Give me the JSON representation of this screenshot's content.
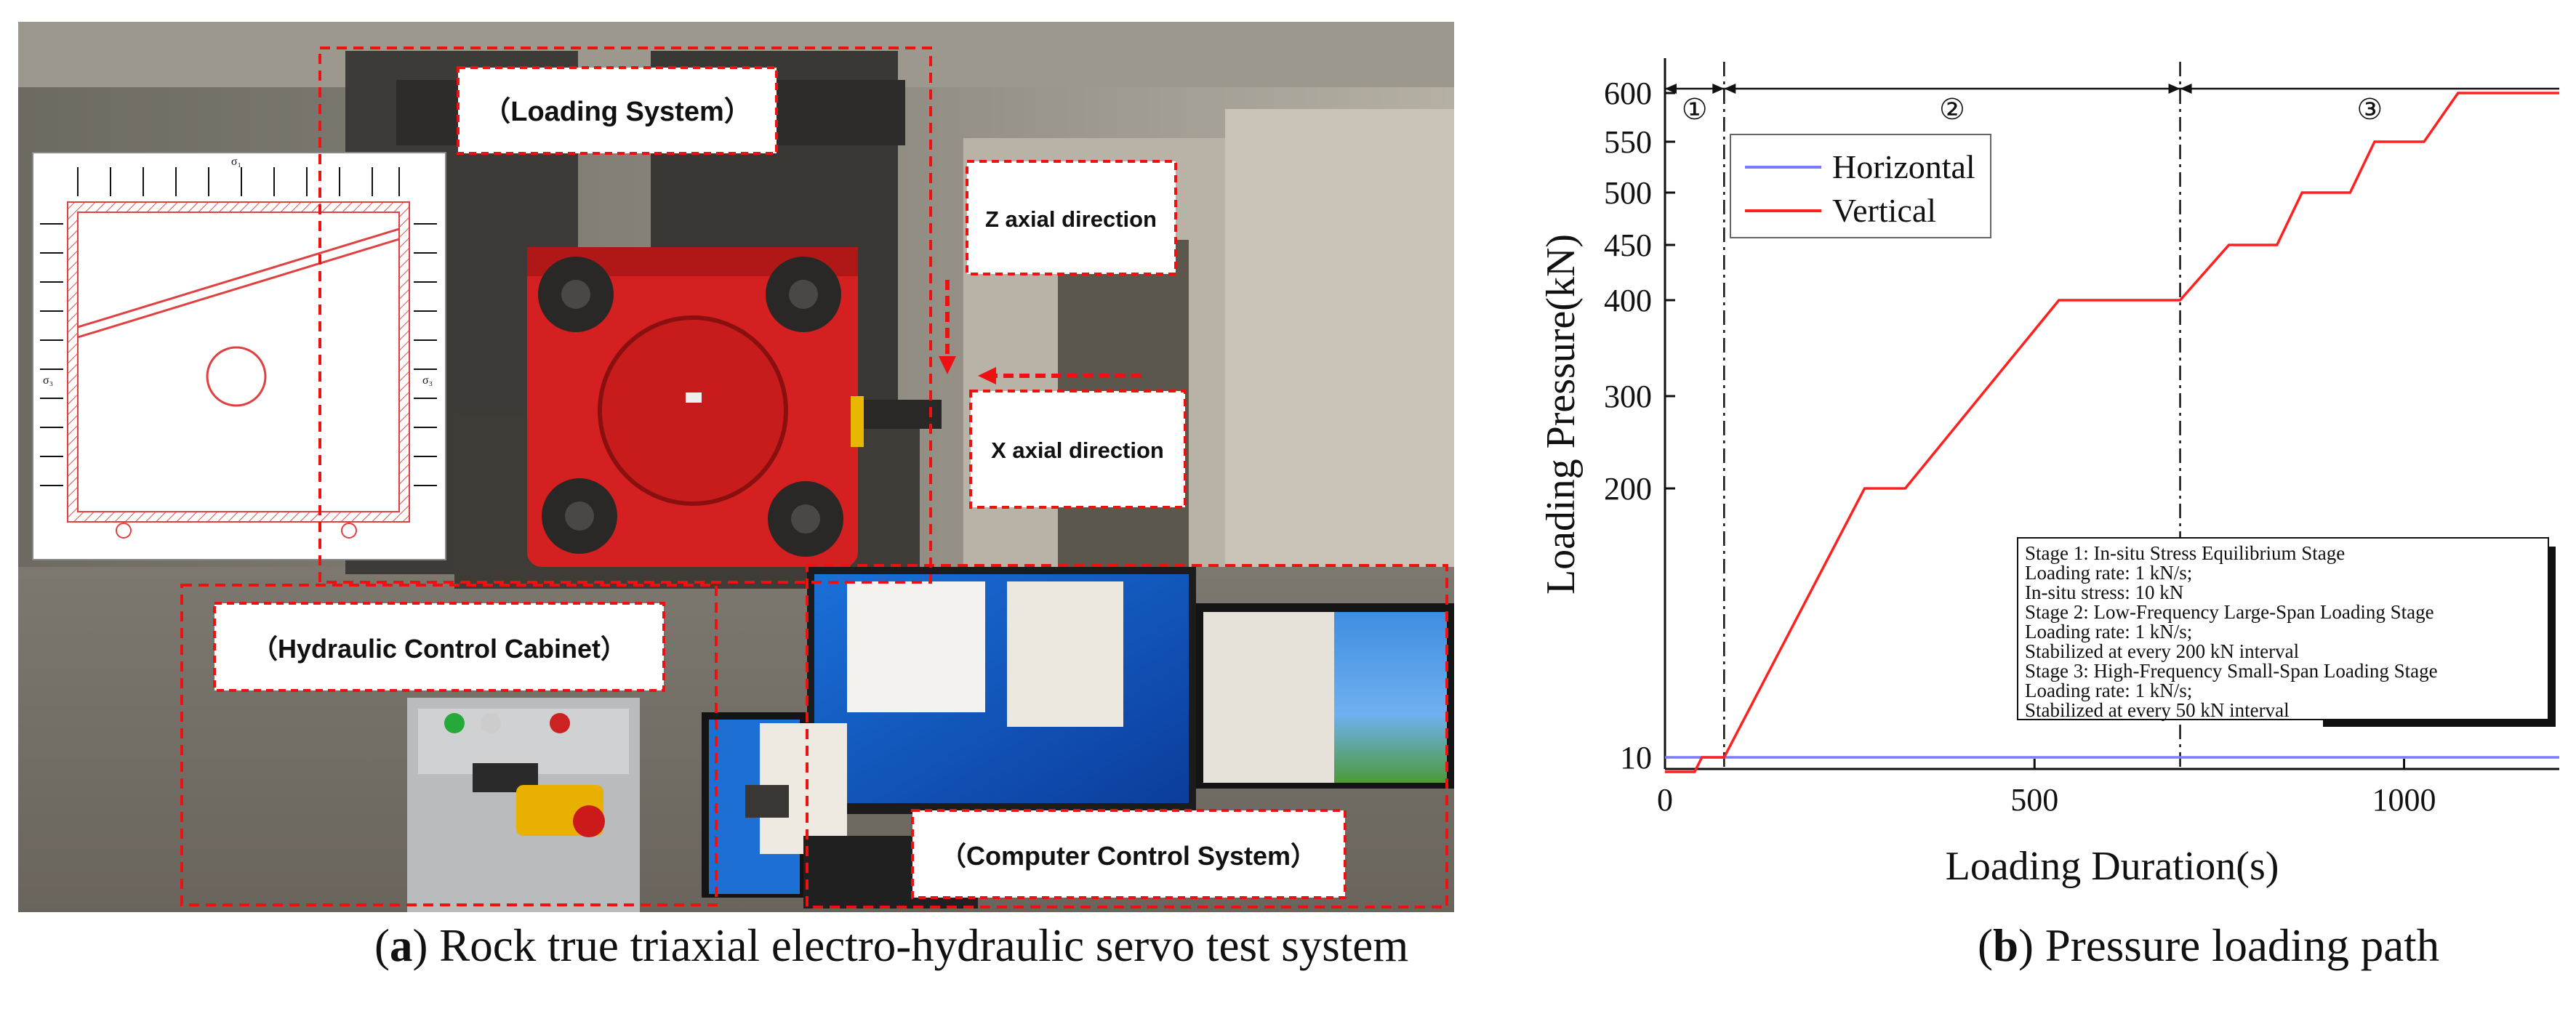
{
  "captions": {
    "a": {
      "label": "a",
      "text": " Rock true triaxial electro-hydraulic servo test system"
    },
    "b": {
      "label": "b",
      "text": " Pressure loading path"
    }
  },
  "photo": {
    "callouts": {
      "loading_system": "（Loading System）",
      "z_axial": "Z axial direction",
      "x_axial": "X axial direction",
      "hydraulic_cabinet": "（Hydraulic Control Cabinet）",
      "computer_control": "（Computer Control System）"
    },
    "inset": {
      "sigma_top": "σ₁",
      "sigma_left": "σ₃",
      "sigma_right": "σ₃"
    }
  },
  "chart_data": {
    "type": "line",
    "xlabel": "Loading Duration(s)",
    "ylabel": "Loading Pressure(kN)",
    "xlim": [
      0,
      1210
    ],
    "x_ticks": [
      0,
      500,
      1000
    ],
    "y_ticks": [
      10,
      200,
      300,
      400,
      450,
      500,
      550,
      600
    ],
    "stage_boundaries": [
      80,
      697
    ],
    "stage_markers": [
      "①",
      "②",
      "③"
    ],
    "legend": {
      "position": "top-left",
      "entries": [
        "Horizontal",
        "Vertical"
      ]
    },
    "series": [
      {
        "name": "Horizontal",
        "color": "#7b7bff",
        "points": [
          [
            0,
            10
          ],
          [
            1210,
            10
          ]
        ]
      },
      {
        "name": "Vertical",
        "color": "#ff2020",
        "points": [
          [
            0,
            0
          ],
          [
            40,
            0
          ],
          [
            50,
            10
          ],
          [
            80,
            10
          ],
          [
            270,
            200
          ],
          [
            325,
            200
          ],
          [
            533,
            400
          ],
          [
            697,
            400
          ],
          [
            763,
            450
          ],
          [
            828,
            450
          ],
          [
            862,
            500
          ],
          [
            927,
            500
          ],
          [
            960,
            550
          ],
          [
            1027,
            550
          ],
          [
            1073,
            600
          ],
          [
            1210,
            600
          ]
        ]
      }
    ],
    "annotation_lines": [
      "Stage 1: In-situ Stress Equilibrium Stage",
      "Loading rate: 1 kN/s;",
      "In-situ stress: 10 kN",
      "Stage 2: Low-Frequency Large-Span Loading Stage",
      "Loading rate: 1 kN/s;",
      "Stabilized at every 200 kN interval",
      "Stage 3: High-Frequency Small-Span Loading Stage",
      "Loading rate: 1 kN/s;",
      "Stabilized at every 50 kN interval"
    ]
  }
}
